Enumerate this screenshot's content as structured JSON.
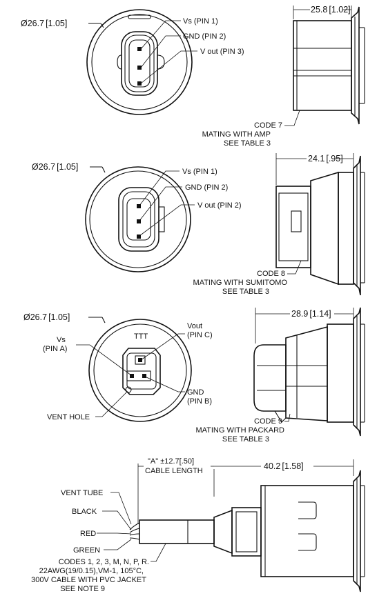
{
  "views": [
    {
      "diameter": "Ø26.7",
      "diameter_in": "[1.05]",
      "pins": [
        "Vs (PIN 1)",
        "GND (PIN 2)",
        "V out (PIN 3)"
      ],
      "length": "25.8",
      "length_in": "[1.02]",
      "code_lines": [
        "CODE 7",
        "MATING WITH AMP",
        "SEE TABLE 3"
      ]
    },
    {
      "diameter": "Ø26.7",
      "diameter_in": "[1.05]",
      "pins": [
        "Vs (PIN 1)",
        "GND (PIN 2)",
        "V out (PIN 2)"
      ],
      "length": "24.1",
      "length_in": "[.95]",
      "code_lines": [
        "CODE 8",
        "MATING WITH SUMITOMO",
        "SEE TABLE 3"
      ]
    },
    {
      "diameter": "Ø26.7",
      "diameter_in": "[1.05]",
      "pin_vout": [
        "Vout",
        "(PIN C)"
      ],
      "pin_vs": [
        "Vs",
        "(PIN A)"
      ],
      "pin_gnd": [
        "GND",
        "(PIN B)"
      ],
      "vent_hole": "VENT HOLE",
      "length": "28.9",
      "length_in": "[1.14]",
      "code_lines": [
        "CODE 9",
        "MATING WITH PACKARD",
        "SEE TABLE 3"
      ]
    }
  ],
  "cable_view": {
    "cable_len": "\"A\" ±12.7[.50]",
    "cable_len_label": "CABLE LENGTH",
    "length": "40.2",
    "length_in": "[1.58]",
    "wires": [
      "VENT TUBE",
      "BLACK",
      "RED",
      "GREEN"
    ],
    "codes": [
      "CODES 1, 2, 3, M, N, P, R.",
      "22AWG(19/0.15),VM-1, 105°C,",
      "300V CABLE WITH PVC JACKET",
      "SEE NOTE 9"
    ]
  },
  "colors": {
    "ink": "#111111",
    "paper": "#ffffff"
  }
}
